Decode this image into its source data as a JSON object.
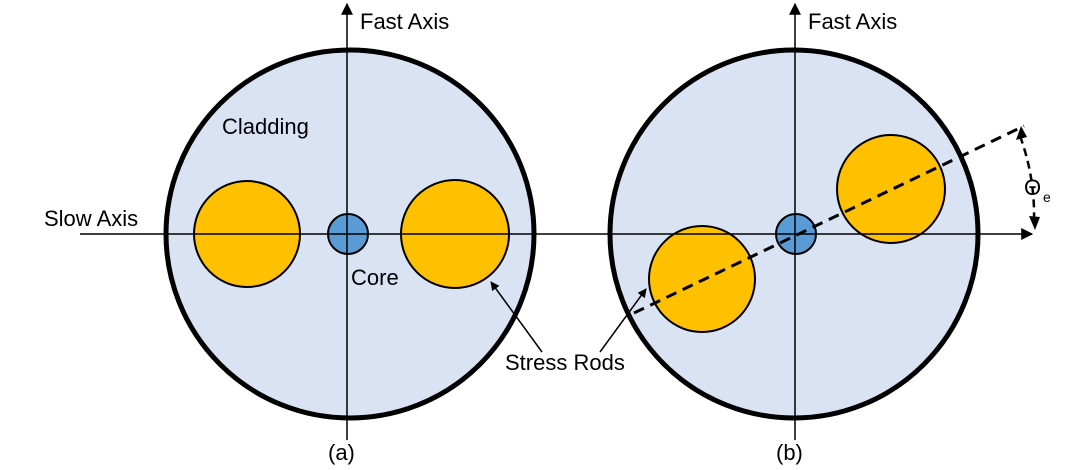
{
  "colors": {
    "cladding": "#dae3f3",
    "stress_rod": "#ffc000",
    "core": "#5b9bd5",
    "outline": "#000000",
    "background": "#ffffff"
  },
  "labels": {
    "fast_axis_a": "Fast Axis",
    "fast_axis_b": "Fast Axis",
    "slow_axis": "Slow Axis",
    "cladding": "Cladding",
    "core": "Core",
    "stress_rods": "Stress Rods",
    "theta": "Θ",
    "theta_sub": "e",
    "panel_a": "(a)",
    "panel_b": "(b)"
  }
}
